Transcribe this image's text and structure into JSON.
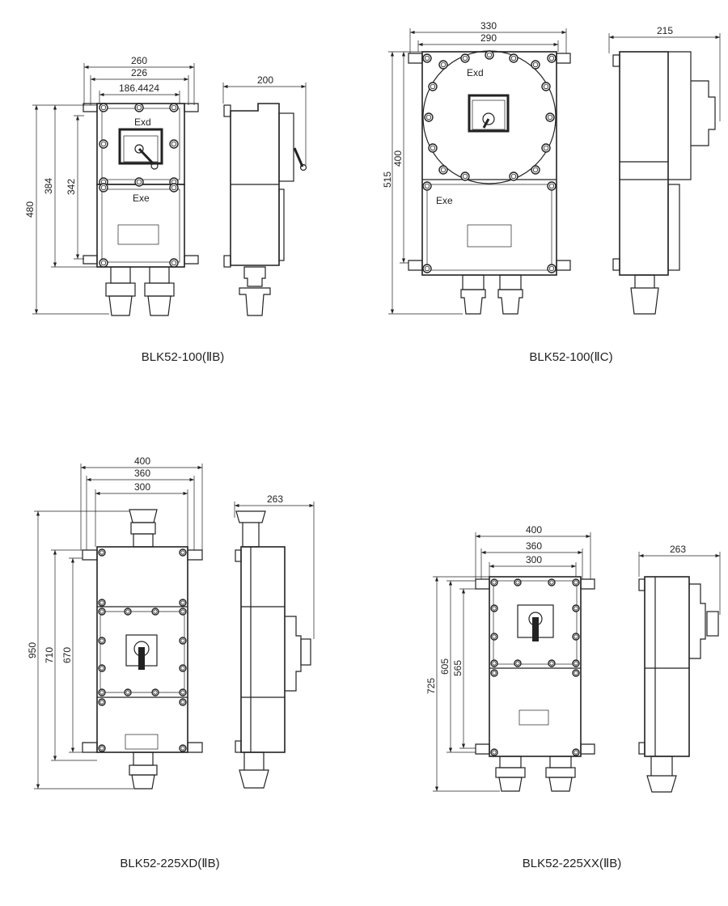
{
  "drawings": [
    {
      "caption": "BLK52-100(ⅡB)",
      "width_dims": [
        "260",
        "226",
        "186.4424"
      ],
      "height_dims": [
        "480",
        "384",
        "342"
      ],
      "depth_dim": "200",
      "labels": [
        "Exd",
        "Exe"
      ]
    },
    {
      "caption": "BLK52-100(ⅡC)",
      "width_dims": [
        "330",
        "290"
      ],
      "height_dims": [
        "515",
        "400"
      ],
      "depth_dim": "215",
      "labels": [
        "Exd",
        "Exe"
      ]
    },
    {
      "caption": "BLK52-225XD(ⅡB)",
      "width_dims": [
        "400",
        "360",
        "300"
      ],
      "height_dims": [
        "950",
        "710",
        "670"
      ],
      "depth_dim": "263"
    },
    {
      "caption": "BLK52-225XX(ⅡB)",
      "width_dims": [
        "400",
        "360",
        "300"
      ],
      "height_dims": [
        "725",
        "605",
        "565"
      ],
      "depth_dim": "263"
    }
  ]
}
